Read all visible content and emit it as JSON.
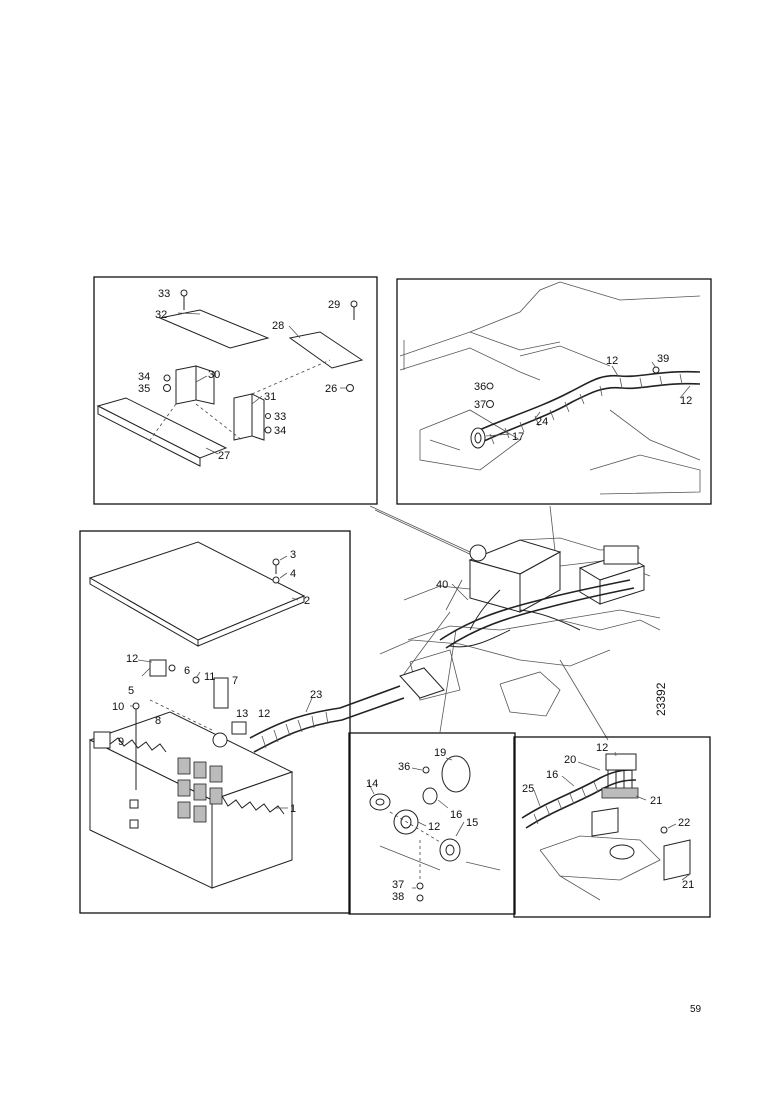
{
  "drawing_number": "23392",
  "page_mark": "59",
  "callouts": {
    "bracket_panel": [
      "33",
      "32",
      "29",
      "28",
      "34",
      "35",
      "30",
      "31",
      "33",
      "34",
      "26",
      "27"
    ],
    "harness_panel": [
      "12",
      "39",
      "12",
      "36",
      "37",
      "17",
      "24"
    ],
    "box_panel": [
      "3",
      "4",
      "2",
      "12",
      "6",
      "11",
      "7",
      "5",
      "10",
      "8",
      "13",
      "12",
      "9",
      "1",
      "23"
    ],
    "assembly": [
      "40"
    ],
    "grommet_panel": [
      "19",
      "36",
      "14",
      "16",
      "12",
      "15",
      "37",
      "38"
    ],
    "cable_panel": [
      "20",
      "12",
      "16",
      "25",
      "21",
      "22",
      "21"
    ]
  }
}
